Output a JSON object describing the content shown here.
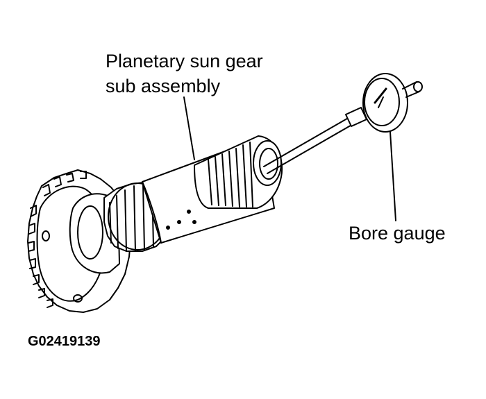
{
  "labels": {
    "sun_gear_line1": "Planetary sun gear",
    "sun_gear_line2": "sub assembly",
    "bore_gauge": "Bore gauge"
  },
  "figure_id": "G02419139",
  "colors": {
    "ink": "#000000",
    "paper": "#ffffff"
  }
}
